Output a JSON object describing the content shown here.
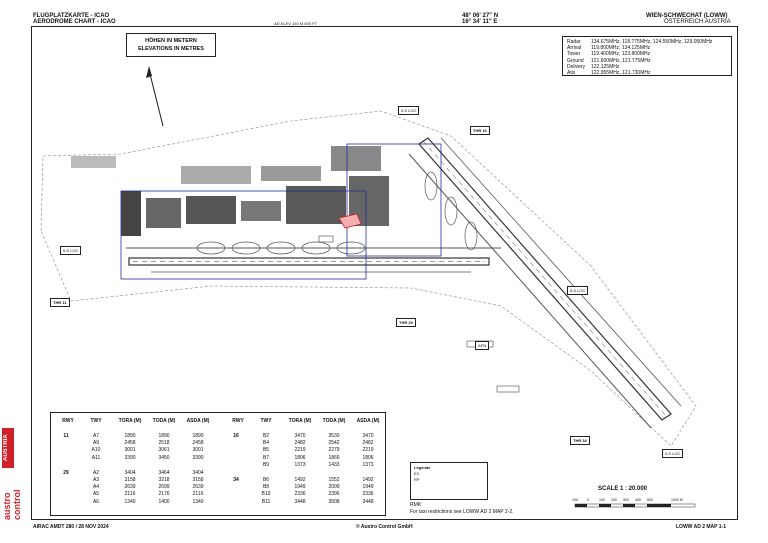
{
  "header": {
    "left_line1": "FLUGPLATZKARTE - ICAO",
    "left_line2": "AERODROME CHART - ICAO",
    "ad_elev": "AD ELEV 183 M 600 FT",
    "coord_n": "48° 06' 27\" N",
    "coord_e": "16° 34' 11\" E",
    "airport": "WIEN-SCHWECHAT (LOWW)",
    "country": "ÖSTERREICH  AUSTRIA"
  },
  "elevation_note": {
    "line1": "HÖHEN IN METERN",
    "line2": "ELEVATIONS IN METRES"
  },
  "frequencies": [
    {
      "service": "Radar",
      "freq": "134.675MHz, 118.775MHz, 124.550MHz, 129.050MHz"
    },
    {
      "service": "Arrival",
      "freq": "119.800MHz, 134.125MHz"
    },
    {
      "service": "Tower",
      "freq": "119.400MHz, 123.800MHz"
    },
    {
      "service": "Ground",
      "freq": "121.600MHz, 121.775MHz"
    },
    {
      "service": "Delivery",
      "freq": "122.125MHz"
    },
    {
      "service": "Atis",
      "freq": "122.955MHz, 121.730MHz"
    }
  ],
  "declared_distances": {
    "headers": [
      "RWY",
      "TWY",
      "TORA (M)",
      "TODA (M)",
      "ASDA (M)"
    ],
    "left_groups": [
      {
        "rwy": "11",
        "rows": [
          [
            "A7",
            "1890",
            "1890",
            "1890"
          ],
          [
            "A9",
            "2458",
            "2518",
            "2458"
          ],
          [
            "A10",
            "3001",
            "3061",
            "3001"
          ],
          [
            "A11",
            "3390",
            "3450",
            "3390"
          ]
        ]
      },
      {
        "rwy": "29",
        "rows": [
          [
            "A2",
            "3404",
            "3464",
            "3404"
          ],
          [
            "A3",
            "3158",
            "3218",
            "3158"
          ],
          [
            "A4",
            "2639",
            "2699",
            "2639"
          ],
          [
            "A5",
            "2116",
            "2176",
            "2116"
          ],
          [
            "A6",
            "1340",
            "1400",
            "1340"
          ]
        ]
      }
    ],
    "right_groups": [
      {
        "rwy": "16",
        "rows": [
          [
            "B2",
            "3470",
            "3530",
            "3470"
          ],
          [
            "B4",
            "2482",
            "2542",
            "2482"
          ],
          [
            "B5",
            "2219",
            "2279",
            "2219"
          ],
          [
            "B7",
            "1806",
            "1866",
            "1806"
          ],
          [
            "B9",
            "1373",
            "1433",
            "1373"
          ]
        ]
      },
      {
        "rwy": "34",
        "rows": [
          [
            "B6",
            "1492",
            "1552",
            "1492"
          ],
          [
            "B8",
            "1949",
            "2009",
            "1949"
          ],
          [
            "B10",
            "2336",
            "2396",
            "2336"
          ],
          [
            "B11",
            "3448",
            "3508",
            "3448"
          ]
        ]
      }
    ]
  },
  "legend": {
    "title": "Legende",
    "item1_code": "EX",
    "item2_code": "RP"
  },
  "rmk": {
    "line1": "RMK:",
    "line2": "For taxi restrictions see LOWW AD 2 MAP 2-2."
  },
  "scale": {
    "label": "SCALE  1 : 20.000",
    "ticks": [
      "100",
      "0",
      "100",
      "200",
      "300",
      "400",
      "500",
      "1000 M"
    ]
  },
  "thresholds": [
    {
      "name": "THR 16"
    },
    {
      "name": "THR 11"
    },
    {
      "name": "THR 29"
    },
    {
      "name": "THR 34"
    }
  ],
  "map_labels": {
    "ils_11": "ILS LOC",
    "ils_16": "ILS LOC",
    "ils_34": "ILS LOC",
    "ils_29": "ILS LOC",
    "apron": "APN"
  },
  "footer": {
    "left": "AIRAC AMDT 280 / 28 NOV 2024",
    "center": "© Austro Control GmbH",
    "right": "LOWW AD 2 MAP 1-1"
  },
  "logo": {
    "brand": "austro control",
    "sub": "AUSTRIA"
  },
  "colors": {
    "frame": "#222222",
    "runway": "#333333",
    "grass_label": "#2a8a2a",
    "restricted_area": "#d0202a",
    "inset_box": "#2a2a9a",
    "logo_red": "#d0202a"
  }
}
